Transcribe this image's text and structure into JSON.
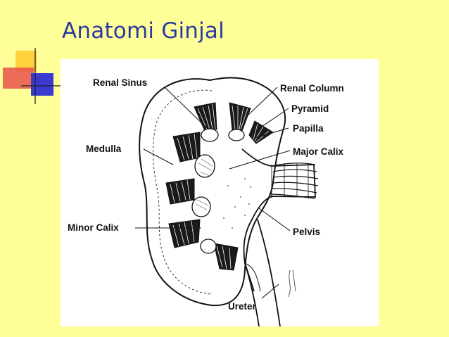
{
  "slide": {
    "title": "Anatomi Ginjal"
  },
  "diagram": {
    "labels": {
      "renal_sinus": "Renal Sinus",
      "renal_column": "Renal Column",
      "pyramid": "Pyramid",
      "papilla": "Papilla",
      "medulla": "Medulla",
      "major_calix": "Major Calix",
      "minor_calix": "Minor Calix",
      "pelvis": "Pelvis",
      "ureter": "Ureter"
    }
  },
  "colors": {
    "background": "#ffff99",
    "title": "#2a3aa0",
    "deco_red": "#e8544e",
    "deco_blue": "#3a3ad0",
    "deco_yellow": "#ffcc33"
  }
}
